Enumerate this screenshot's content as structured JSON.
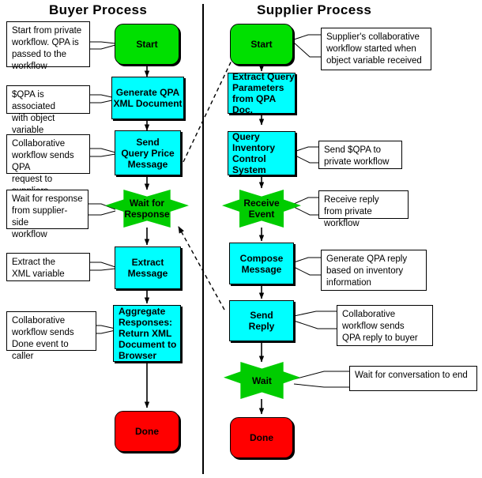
{
  "diagram": {
    "title_left": "Buyer Process",
    "title_right": "Supplier Process",
    "colors": {
      "start": "#00E000",
      "task": "#00FFFF",
      "end": "#FF0000",
      "event": "#00CC00",
      "note_bg": "#FFFFFF",
      "line": "#000000"
    }
  },
  "buyer": {
    "lane_title": "Buyer Process",
    "nodes": [
      {
        "id": "buyer-start",
        "type": "start",
        "label": "Start"
      },
      {
        "id": "buyer-generate",
        "type": "task",
        "label": "Generate QPA\nXML Document"
      },
      {
        "id": "buyer-send",
        "type": "task",
        "label": "Send\nQuery Price\nMessage"
      },
      {
        "id": "buyer-wait",
        "type": "event",
        "label": "Wait for\nResponse"
      },
      {
        "id": "buyer-extract",
        "type": "task",
        "label": "Extract\nMessage"
      },
      {
        "id": "buyer-aggregate",
        "type": "task",
        "label": "Aggregate\nResponses:\nReturn XML\nDocument to\nBrowser"
      },
      {
        "id": "buyer-done",
        "type": "end",
        "label": "Done"
      }
    ],
    "notes": [
      {
        "id": "note-buyer-start",
        "text": "Start from private\nworkflow. QPA is\npassed to the\nworkflow"
      },
      {
        "id": "note-buyer-generate",
        "text": "$QPA is associated\nwith object variable"
      },
      {
        "id": "note-buyer-send",
        "text": "Collaborative\nworkflow sends QPA\nrequest to suppliers"
      },
      {
        "id": "note-buyer-wait",
        "text": "Wait for response\nfrom supplier-side\nworkflow"
      },
      {
        "id": "note-buyer-extract",
        "text": "Extract the\nXML variable"
      },
      {
        "id": "note-buyer-aggregate",
        "text": "Collaborative\nworkflow sends\nDone event to caller"
      }
    ]
  },
  "supplier": {
    "lane_title": "Supplier Process",
    "nodes": [
      {
        "id": "sup-start",
        "type": "start",
        "label": "Start"
      },
      {
        "id": "sup-extract",
        "type": "task",
        "label": "Extract Query\nParameters\nfrom QPA Doc."
      },
      {
        "id": "sup-query",
        "type": "task",
        "label": "Query\nInventory\nControl System"
      },
      {
        "id": "sup-receive",
        "type": "event",
        "label": "Receive\nEvent"
      },
      {
        "id": "sup-compose",
        "type": "task",
        "label": "Compose\nMessage"
      },
      {
        "id": "sup-send",
        "type": "task",
        "label": "Send\nReply"
      },
      {
        "id": "sup-wait",
        "type": "event",
        "label": "Wait"
      },
      {
        "id": "sup-done",
        "type": "end",
        "label": "Done"
      }
    ],
    "notes": [
      {
        "id": "note-sup-start",
        "text": "Supplier's collaborative\nworkflow started when\nobject variable received"
      },
      {
        "id": "note-sup-query",
        "text": "Send $QPA to\nprivate workflow"
      },
      {
        "id": "note-sup-receive",
        "text": "Receive reply\nfrom private workflow"
      },
      {
        "id": "note-sup-compose",
        "text": "Generate QPA reply\nbased on inventory\ninformation"
      },
      {
        "id": "note-sup-send",
        "text": "Collaborative\nworkflow sends\nQPA reply to buyer"
      },
      {
        "id": "note-sup-wait",
        "text": "Wait for conversation to end"
      }
    ]
  }
}
